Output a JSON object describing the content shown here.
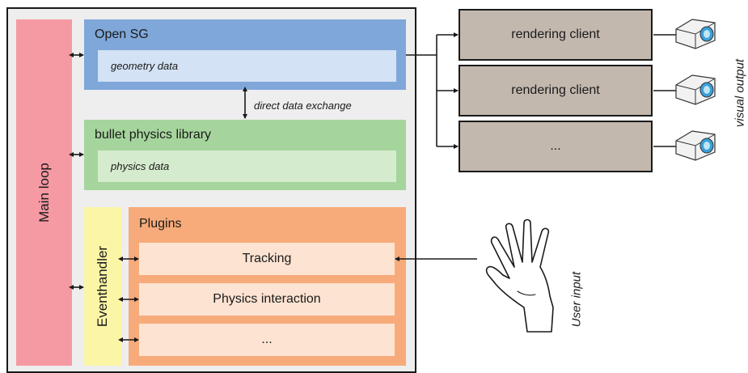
{
  "main_loop": {
    "label": "Main loop"
  },
  "open_sg": {
    "title": "Open SG",
    "inner": "geometry data"
  },
  "exchange": {
    "label": "direct data exchange"
  },
  "bullet": {
    "title": "bullet physics library",
    "inner": "physics data"
  },
  "eventhandler": {
    "label": "Eventhandler"
  },
  "plugins": {
    "title": "Plugins",
    "items": [
      {
        "label": "Tracking"
      },
      {
        "label": "Physics interaction"
      },
      {
        "label": "..."
      }
    ]
  },
  "rendering_clients": [
    {
      "label": "rendering client"
    },
    {
      "label": "rendering client"
    },
    {
      "label": "..."
    }
  ],
  "visual_output": {
    "label": "visual output"
  },
  "user_input": {
    "label": "User input"
  },
  "icons": {
    "projector": "projector-icon",
    "hand": "hand-icon"
  },
  "colors": {
    "main_loop": "#f59aa3",
    "open_sg": "#7fa7d9",
    "bullet": "#a5d59c",
    "eventhandler": "#fbf5a6",
    "plugins": "#f7ab7a",
    "client": "#c2b8ae"
  }
}
